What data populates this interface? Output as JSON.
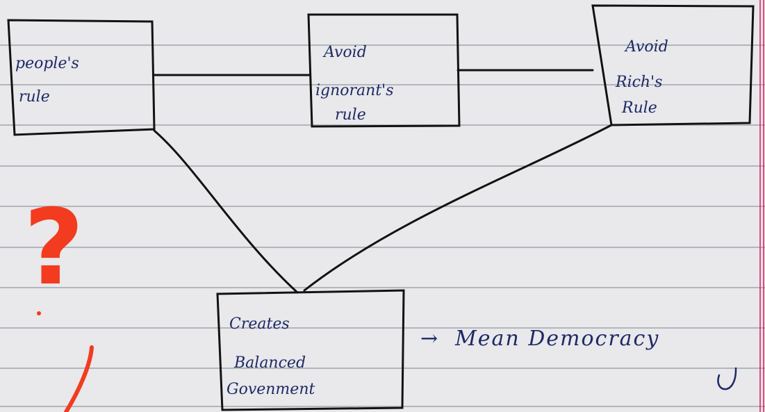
{
  "nodes": {
    "peoples_rule": {
      "line1": "people's",
      "line2": "rule"
    },
    "avoid_ignorant": {
      "line1": "Avoid",
      "line2": "ignorant's",
      "line3": "rule"
    },
    "avoid_rich": {
      "line1": "Avoid",
      "line2": "Rich's",
      "line3": "Rule"
    },
    "balanced_government": {
      "line1": "Creates",
      "line2": "Balanced",
      "line3": "Govenment"
    }
  },
  "annotations": {
    "arrow": "→",
    "mean_democracy": "Mean Democracy"
  },
  "marks": {
    "question": "?"
  },
  "colors": {
    "paper": "#e9e8ea",
    "ink": "#1d2a66",
    "stroke": "#121212",
    "red_pen": "#f23b1f",
    "margin": "#d12a65"
  }
}
